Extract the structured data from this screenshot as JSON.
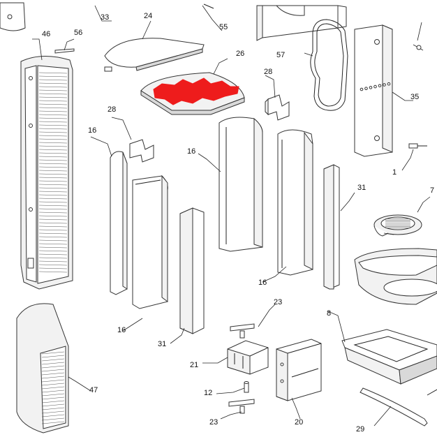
{
  "labels": {
    "p1": "1",
    "p7": "7",
    "p8": "8",
    "p12": "12",
    "p16a": "16",
    "p16b": "16",
    "p16c": "16",
    "p16d": "16",
    "p20": "20",
    "p21": "21",
    "p23a": "23",
    "p23b": "23",
    "p24": "24",
    "p26": "26",
    "p28a": "28",
    "p28b": "28",
    "p29": "29",
    "p31a": "31",
    "p31b": "31",
    "p33": "33",
    "p35": "35",
    "p46": "46",
    "p47": "47",
    "p55": "55",
    "p56": "56",
    "p57": "57"
  },
  "colors": {
    "highlight": "#ee1c1c",
    "line": "#222222",
    "background": "#ffffff"
  }
}
